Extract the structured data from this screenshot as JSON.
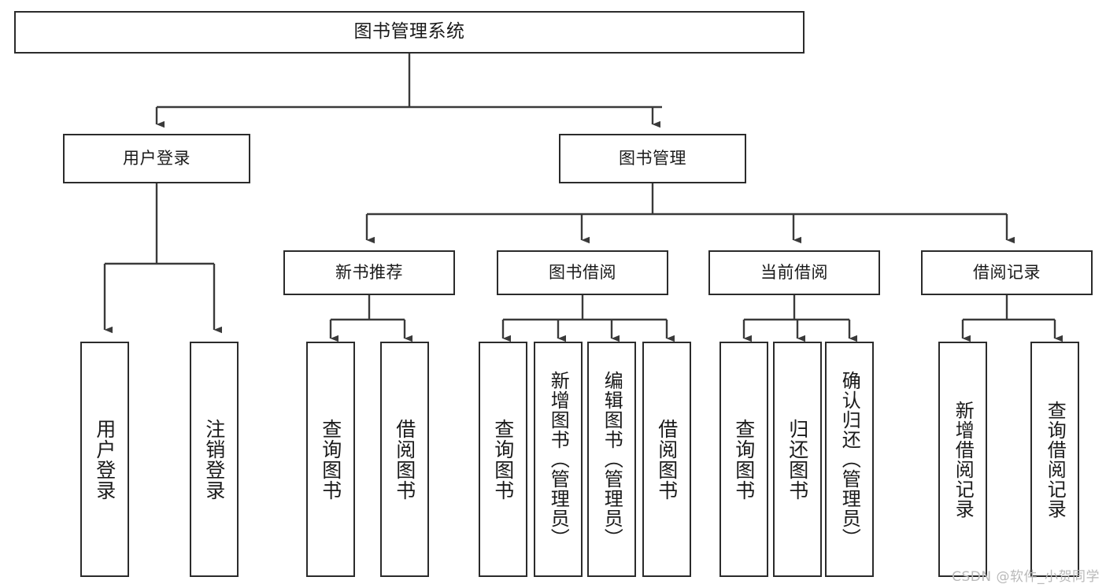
{
  "diagram": {
    "type": "tree",
    "title": "图书管理系统",
    "watermark": "CSDN @软件_小贺同学",
    "colors": {
      "box_border": "#2b2b2b",
      "box_fill": "#ffffff",
      "edge": "#3a3a3a",
      "text": "#1a1a1a",
      "watermark": "#b9b9b9"
    },
    "root": {
      "label": "图书管理系统"
    },
    "level2": [
      {
        "label": "用户登录"
      },
      {
        "label": "图书管理"
      }
    ],
    "level3": [
      {
        "label": "新书推荐"
      },
      {
        "label": "图书借阅"
      },
      {
        "label": "当前借阅"
      },
      {
        "label": "借阅记录"
      }
    ],
    "leaves": {
      "user_login": [
        {
          "label": "用户登录"
        },
        {
          "label": "注销登录"
        }
      ],
      "new_book": [
        {
          "label": "查询图书"
        },
        {
          "label": "借阅图书"
        }
      ],
      "book_borrow": [
        {
          "label": "查询图书"
        },
        {
          "label": "新增图书（管理员）"
        },
        {
          "label": "编辑图书（管理员）"
        },
        {
          "label": "借阅图书"
        }
      ],
      "current_borrow": [
        {
          "label": "查询图书"
        },
        {
          "label": "归还图书"
        },
        {
          "label": "确认归还（管理员）"
        }
      ],
      "borrow_record": [
        {
          "label": "新增借阅记录"
        },
        {
          "label": "查询借阅记录"
        }
      ]
    }
  }
}
